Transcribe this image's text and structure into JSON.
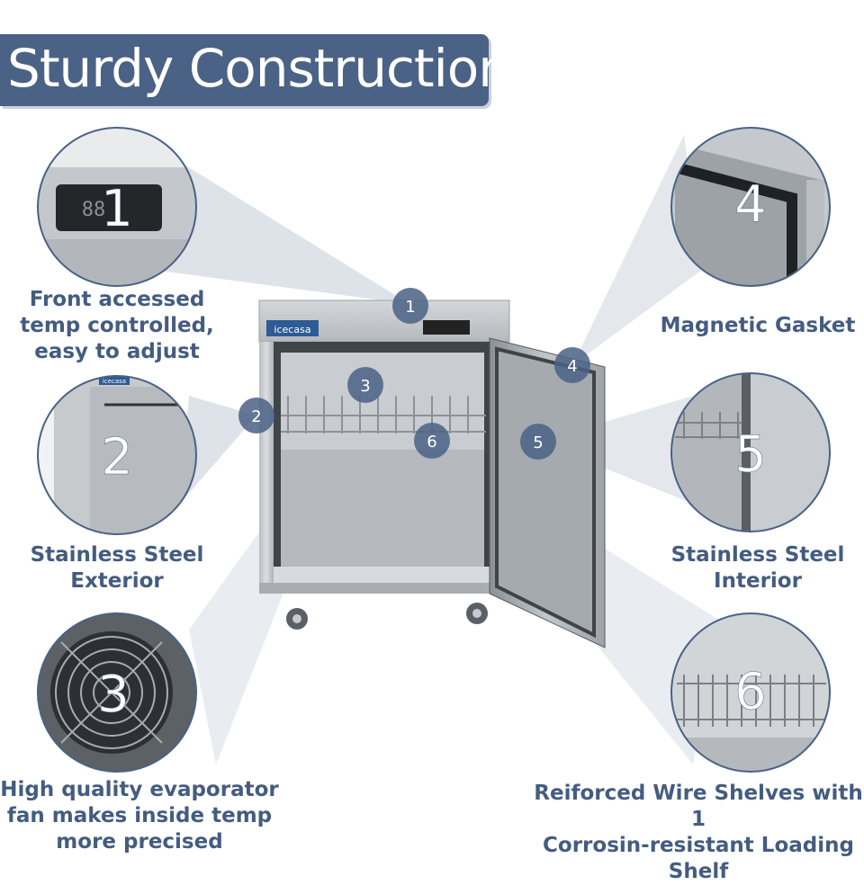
{
  "title": "Sturdy Construction:",
  "brand": "icecasa",
  "brand_small": "icecasa",
  "display_reading": "88",
  "colors": {
    "accent": "#4a6285",
    "caption": "#445c80",
    "steel": "#c9cccf"
  },
  "features": [
    {
      "number": "1",
      "caption": [
        "Front accessed",
        "temp controlled,",
        "easy to adjust"
      ]
    },
    {
      "number": "2",
      "caption": [
        "Stainless Steel",
        "Exterior"
      ]
    },
    {
      "number": "3",
      "caption": [
        "High quality evaporator",
        "fan makes inside temp",
        "more precised"
      ]
    },
    {
      "number": "4",
      "caption": [
        "Magnetic Gasket"
      ]
    },
    {
      "number": "5",
      "caption": [
        "Stainless Steel",
        "Interior"
      ]
    },
    {
      "number": "6",
      "caption": [
        "Reiforced Wire Shelves with 1",
        "Corrosin-resistant Loading",
        "Shelf"
      ]
    }
  ]
}
